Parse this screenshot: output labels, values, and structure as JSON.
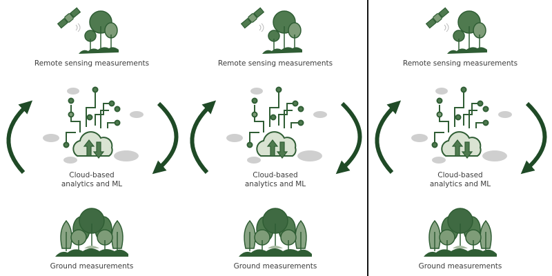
{
  "diagram": {
    "panels": [
      {
        "remote_label": "Remote sensing measurements",
        "cloud_label_line1": "Cloud-based",
        "cloud_label_line2": "analytics and ML",
        "ground_label": "Ground measurements"
      },
      {
        "remote_label": "Remote sensing measurements",
        "cloud_label_line1": "Cloud-based",
        "cloud_label_line2": "analytics and ML",
        "ground_label": "Ground measurements"
      },
      {
        "remote_label": "Remote sensing measurements",
        "cloud_label_line1": "Cloud-based",
        "cloud_label_line2": "analytics and ML",
        "ground_label": "Ground measurements"
      }
    ],
    "colors": {
      "dark_green": "#2f5d34",
      "mid_green": "#4f7a4f",
      "light_green": "#7e9c78",
      "pale_green": "#d9e3d2",
      "cloud_gray": "#c8c8c8",
      "arrow_green": "#1f4a26",
      "text": "#3c3c3c"
    }
  }
}
